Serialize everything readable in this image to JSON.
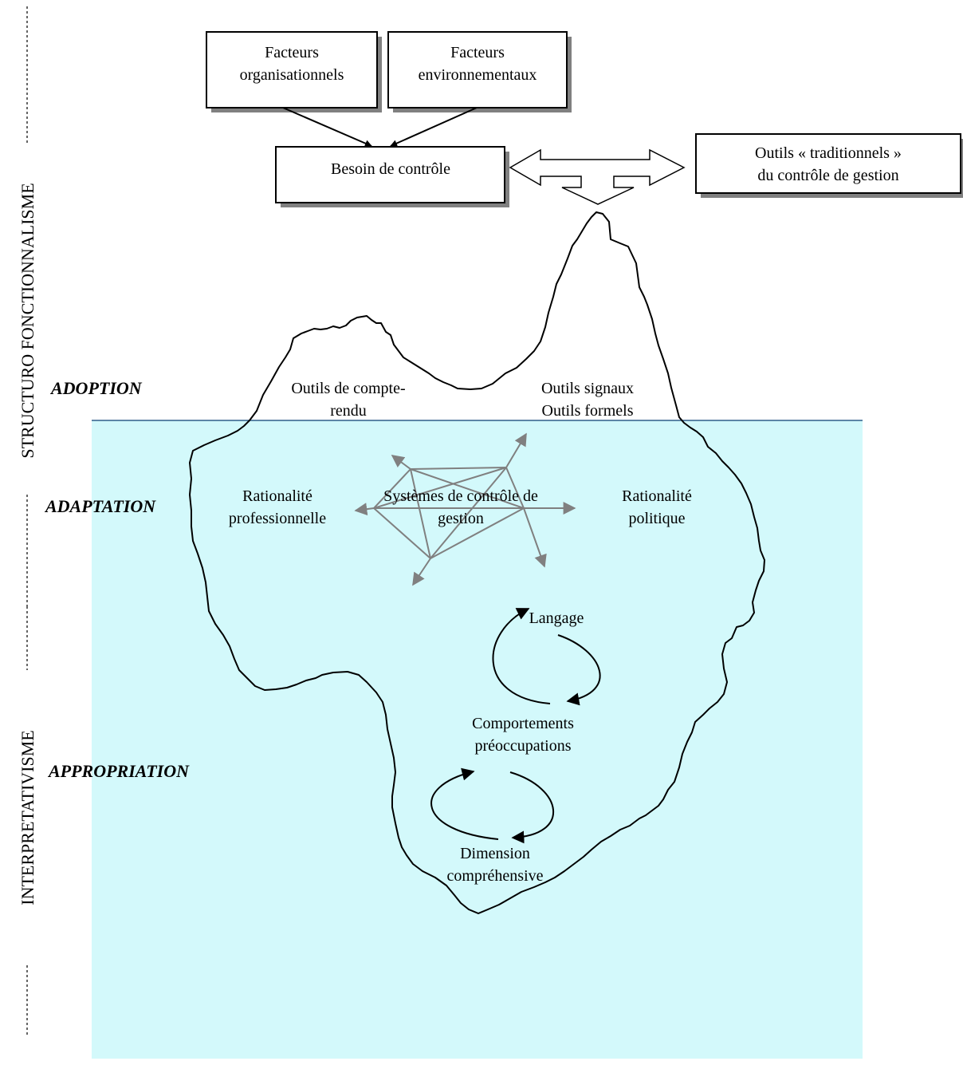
{
  "boxes": {
    "facteurs_org": [
      "Facteurs",
      "organisationnels"
    ],
    "facteurs_env": [
      "Facteurs",
      "environnementaux"
    ],
    "besoin": "Besoin de contrôle",
    "outils_trad": [
      "Outils « traditionnels »",
      "du contrôle de gestion"
    ]
  },
  "phases": {
    "adoption": "ADOPTION",
    "adaptation": "ADAPTATION",
    "appropriation": "APPROPRIATION"
  },
  "side_labels": {
    "top": "STRUCTURO FONCTIONNALISME",
    "bottom": "INTERPRETATIVISME"
  },
  "iceberg_labels": {
    "compte_rendu": [
      "Outils de compte-",
      "rendu"
    ],
    "signaux": [
      "Outils signaux",
      "Outils formels"
    ],
    "rat_pro": [
      "Rationalité",
      "professionnelle"
    ],
    "systemes": [
      "Systèmes de contrôle de",
      "gestion"
    ],
    "rat_pol": [
      "Rationalité",
      "politique"
    ],
    "langage": "Langage",
    "comportements": [
      "Comportements",
      "préoccupations"
    ],
    "dimension": [
      "Dimension",
      "compréhensive"
    ]
  },
  "colors": {
    "water": "#d3f9fb",
    "waterline": "#2f5f8a",
    "network": "#808080",
    "shadow": "#808080"
  }
}
